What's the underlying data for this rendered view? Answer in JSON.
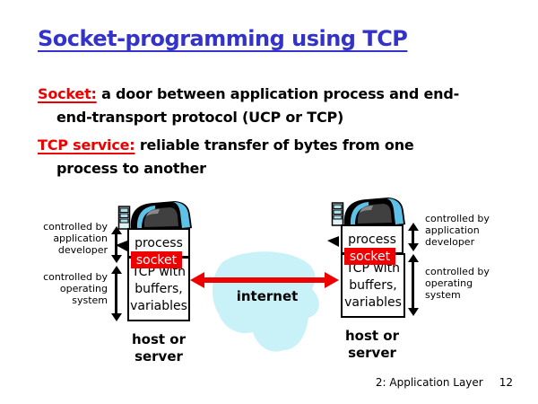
{
  "colors": {
    "title_blue": "#3333cc",
    "accent_red": "#ee0000",
    "cloud_fill": "#c9f2f8",
    "trim_cyan": "#5ec1e8"
  },
  "title": "Socket-programming using TCP",
  "body": {
    "p1_lead": "Socket:",
    "p1_line1": " a door between application process and end-",
    "p1_line2": "end-transport protocol (UCP or TCP)",
    "p2_lead": "TCP service:",
    "p2_line1": " reliable transfer of bytes from one",
    "p2_line2": "process to another"
  },
  "diagram": {
    "internet": "internet",
    "left": {
      "label_app": "controlled by\napplication\ndeveloper",
      "label_os": "controlled by\noperating\nsystem",
      "process": "process",
      "socket": "socket",
      "tcp": "TCP with\nbuffers,\nvariables",
      "caption": "host or\nserver"
    },
    "right": {
      "label_app": "controlled by\napplication\ndeveloper",
      "label_os": "controlled by\noperating\nsystem",
      "process": "process",
      "socket": "socket",
      "tcp": "TCP with\nbuffers,\nvariables",
      "caption": "host or\nserver"
    }
  },
  "footer": {
    "section": "2: Application Layer",
    "page": "12"
  },
  "icons": {
    "computer-icon": "dark CRT workstation clip-art with cyan trim and mini tower",
    "vertical-double-arrow-icon": "black double-headed vertical arrow",
    "internet-arrow-icon": "red double-headed horizontal arrow",
    "process-pointer-icon": "small solid black left-pointing arrowhead",
    "internet-cloud-icon": "light cyan freeform cloud blob"
  }
}
